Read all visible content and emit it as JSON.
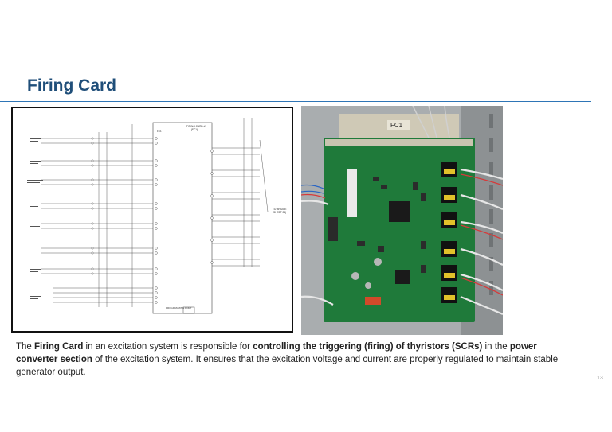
{
  "slide": {
    "title": "Firing Card",
    "page_number": "13"
  },
  "diagram": {
    "card_title_line1": "FIRING CARD #1",
    "card_title_line2": "(FC1)",
    "fc_ref": "FC1",
    "right_label_line1": "TO BRIDGE",
    "right_label_line2": "(SHEET 04)",
    "bottom_label": "PROGRAMMING PORT"
  },
  "photo": {
    "label": "FC1"
  },
  "caption": {
    "p1": "The ",
    "b1": "Firing Card",
    "p2": " in an excitation system is responsible for ",
    "b2": "controlling the triggering (firing) of thyristors (SCRs)",
    "p3": " in the ",
    "b3": "power converter section",
    "p4": " of the excitation system. It ensures that the excitation voltage and current are properly regulated to maintain stable generator output."
  }
}
